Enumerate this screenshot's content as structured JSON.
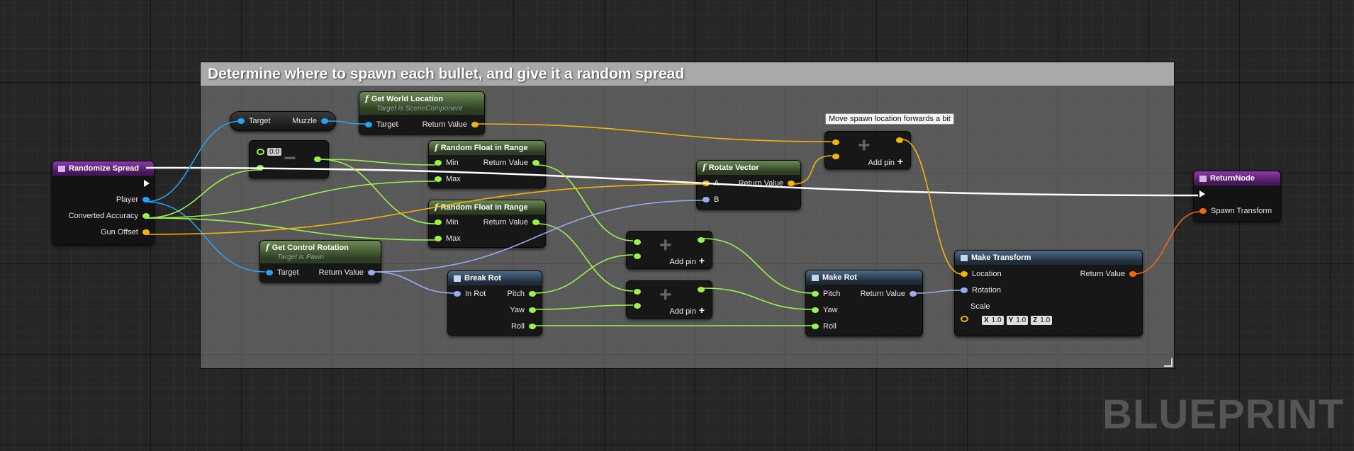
{
  "comment": {
    "title": "Determine where to spawn each bullet, and give it a random spread"
  },
  "tooltip": {
    "text": "Move spawn location forwards a bit"
  },
  "watermark": "BLUEPRINT",
  "nodes": {
    "randomize_spread": {
      "title": "Randomize Spread",
      "pins": [
        "Player",
        "Converted Accuracy",
        "Gun Offset"
      ]
    },
    "muzzle_get": {
      "target": "Target",
      "value": "Muzzle"
    },
    "get_world_location": {
      "title": "Get World Location",
      "subtitle": "Target is SceneComponent",
      "in": "Target",
      "out": "Return Value"
    },
    "subtract": {
      "value": "0.0"
    },
    "random_float_1": {
      "title": "Random Float in Range",
      "min": "Min",
      "max": "Max",
      "out": "Return Value"
    },
    "random_float_2": {
      "title": "Random Float in Range",
      "min": "Min",
      "max": "Max",
      "out": "Return Value"
    },
    "get_control_rotation": {
      "title": "Get Control Rotation",
      "subtitle": "Target is Pawn",
      "in": "Target",
      "out": "Return Value"
    },
    "break_rot": {
      "title": "Break Rot",
      "in": "In Rot",
      "outs": [
        "Pitch",
        "Yaw",
        "Roll"
      ]
    },
    "add_1": {
      "addpin": "Add pin"
    },
    "add_2": {
      "addpin": "Add pin"
    },
    "rotate_vector": {
      "title": "Rotate Vector",
      "a": "A",
      "b": "B",
      "out": "Return Value"
    },
    "add_vector": {
      "addpin": "Add pin"
    },
    "make_rot": {
      "title": "Make Rot",
      "ins": [
        "Pitch",
        "Yaw",
        "Roll"
      ],
      "out": "Return Value"
    },
    "make_transform": {
      "title": "Make Transform",
      "ins": [
        "Location",
        "Rotation",
        "Scale"
      ],
      "out": "Return Value",
      "scale": {
        "x": "1.0",
        "y": "1.0",
        "z": "1.0"
      }
    },
    "return_node": {
      "title": "ReturnNode",
      "pin": "Spawn Transform"
    }
  },
  "colors": {
    "float": "#9cf14a",
    "vector": "#f2b30c",
    "object": "#26a3f2",
    "rotator": "#9aa9f0",
    "transform": "#f06a0a",
    "exec": "#ffffff"
  }
}
